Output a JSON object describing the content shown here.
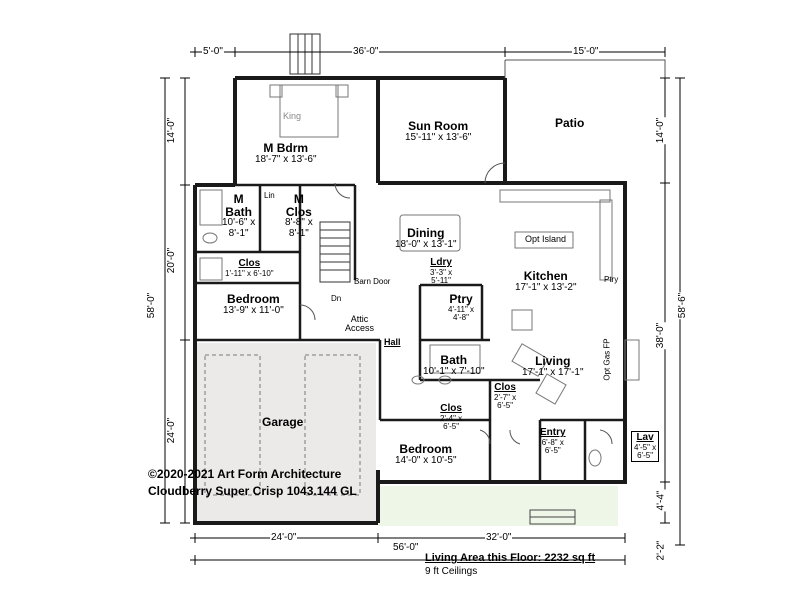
{
  "rooms": {
    "m_bdrm": {
      "name": "M Bdrm",
      "dims": "18'-7\" x 13'-6\""
    },
    "king": {
      "label": "King"
    },
    "sun_room": {
      "name": "Sun Room",
      "dims": "15'-11\" x 13'-6\""
    },
    "patio": {
      "name": "Patio"
    },
    "m_bath": {
      "name_1": "M",
      "name_2": "Bath",
      "dims_1": "10'-6\" x",
      "dims_2": "8'-1\""
    },
    "lin": {
      "label": "Lin"
    },
    "m_clos": {
      "name_1": "M",
      "name_2": "Clos",
      "dims_1": "8'-8\" x",
      "dims_2": "8'-1\""
    },
    "dining": {
      "name": "Dining",
      "dims": "18'-0\" x 13'-1\""
    },
    "opt_island": {
      "label": "Opt Island"
    },
    "kitchen": {
      "name": "Kitchen",
      "dims": "17'-1\" x 13'-2\""
    },
    "ptry_small": {
      "label": "Ptry"
    },
    "clos_upper": {
      "name": "Clos",
      "dims": "1'-11\" x 6'-10\""
    },
    "bedroom_left": {
      "name": "Bedroom",
      "dims": "13'-9\" x 11'-0\""
    },
    "ldry": {
      "name": "Ldry",
      "dims_1": "3'-3\" x",
      "dims_2": "5'-11\""
    },
    "barn_door": {
      "label": "Barn Door"
    },
    "dn": {
      "label": "Dn"
    },
    "ptry": {
      "name": "Ptry",
      "dims_1": "4'-11\" x",
      "dims_2": "4'-8\""
    },
    "attic_access": {
      "label_1": "Attic",
      "label_2": "Access"
    },
    "hall": {
      "label": "Hall"
    },
    "bath": {
      "name": "Bath",
      "dims": "10'-1\" x 7'-10\""
    },
    "living": {
      "name": "Living",
      "dims": "17'-1\" x 17'-1\""
    },
    "opt_gas_fp": {
      "label": "Opt Gas FP"
    },
    "clos_mid": {
      "name": "Clos",
      "dims_1": "2'-7\" x",
      "dims_2": "6'-5\""
    },
    "clos_low": {
      "name": "Clos",
      "dims_1": "2'-4\" x",
      "dims_2": "6'-5\""
    },
    "garage": {
      "name": "Garage"
    },
    "bedroom_bottom": {
      "name": "Bedroom",
      "dims": "14'-0\" x 10'-5\""
    },
    "entry": {
      "name": "Entry",
      "dims_1": "6'-8\" x",
      "dims_2": "6'-5\""
    },
    "lav": {
      "name": "Lav",
      "dims_1": "4'-5\" x",
      "dims_2": "6'-5\""
    }
  },
  "dimensions": {
    "top": [
      "5'-0\"",
      "36'-0\"",
      "15'-0\""
    ],
    "bottom": [
      "24'-0\"",
      "32'-0\"",
      "56'-0\""
    ],
    "left": [
      "14'-0\"",
      "20'-0\"",
      "24'-0\"",
      "58'-0\""
    ],
    "right": [
      "14'-0\"",
      "38'-0\"",
      "4'-4\"",
      "58'-6\"",
      "2'-2\""
    ]
  },
  "footer": {
    "copyright": "©2020-2021 Art Form Architecture",
    "plan_name": "Cloudberry Super Crisp 1043.144 GL",
    "living_area": "Living Area this Floor: 2232 sq ft",
    "ceilings": "9 ft Ceilings"
  },
  "colors": {
    "wall": "#1a1a1a",
    "garage_fill": "#ece9e9",
    "porch_fill": "#eef6e8",
    "line": "#555555"
  }
}
